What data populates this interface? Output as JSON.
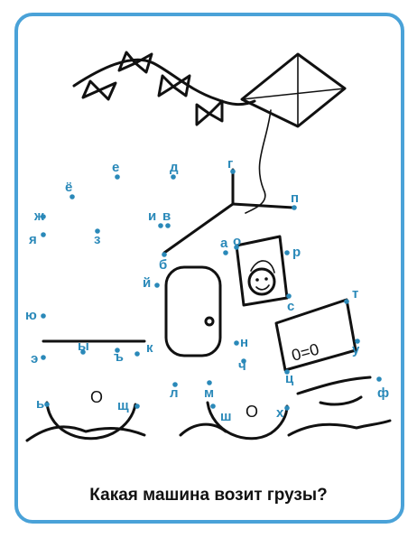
{
  "caption": "Какая машина возит грузы?",
  "colors": {
    "border": "#4aa2d8",
    "dots": "#2a89b9",
    "ink": "#111111"
  },
  "plate_text": "0=0",
  "wheel_marks": [
    "О",
    "О"
  ],
  "letters": [
    "а",
    "б",
    "в",
    "г",
    "д",
    "е",
    "ё",
    "ж",
    "з",
    "и",
    "й",
    "к",
    "л",
    "м",
    "н",
    "о",
    "п",
    "р",
    "с",
    "т",
    "у",
    "ф",
    "х",
    "ц",
    "ч",
    "ш",
    "щ",
    "ъ",
    "ы",
    "ь",
    "э",
    "ю",
    "я"
  ]
}
